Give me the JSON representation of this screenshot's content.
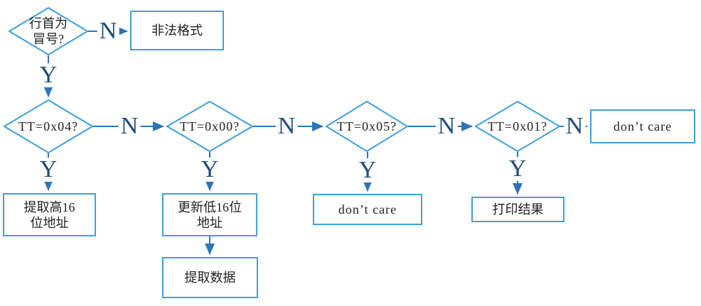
{
  "diagram": {
    "type": "flowchart",
    "colors": {
      "shape_border": "#3FA0DC",
      "arrow_line": "#2E75B6",
      "arrow_head": "#2E75B6",
      "branch_label_text": "#1F4E79",
      "node_text": "#222222",
      "background": "#ffffff"
    },
    "nodes": {
      "colon_check": {
        "shape": "decision",
        "label": "行首为\n冒号?"
      },
      "illegal": {
        "shape": "process",
        "label": "非法格式"
      },
      "tt04": {
        "shape": "decision",
        "label": "TT=0x04?"
      },
      "tt00": {
        "shape": "decision",
        "label": "TT=0x00?"
      },
      "tt05": {
        "shape": "decision",
        "label": "TT=0x05?"
      },
      "tt01": {
        "shape": "decision",
        "label": "TT=0x01?"
      },
      "dontcare_end": {
        "shape": "process",
        "label": "don’t care"
      },
      "extract_high": {
        "shape": "process",
        "label": "提取高16\n位地址"
      },
      "update_low": {
        "shape": "process",
        "label": "更新低16位\n地址"
      },
      "dontcare_mid": {
        "shape": "process",
        "label": "don’t care"
      },
      "print_result": {
        "shape": "process",
        "label": "打印结果"
      },
      "extract_data": {
        "shape": "process",
        "label": "提取数据"
      }
    },
    "edge_labels": {
      "n1": "N",
      "n2": "N",
      "n3": "N",
      "n4": "N",
      "n5": "N",
      "y1": "Y",
      "y2": "Y",
      "y3": "Y",
      "y4": "Y",
      "y5": "Y"
    }
  }
}
